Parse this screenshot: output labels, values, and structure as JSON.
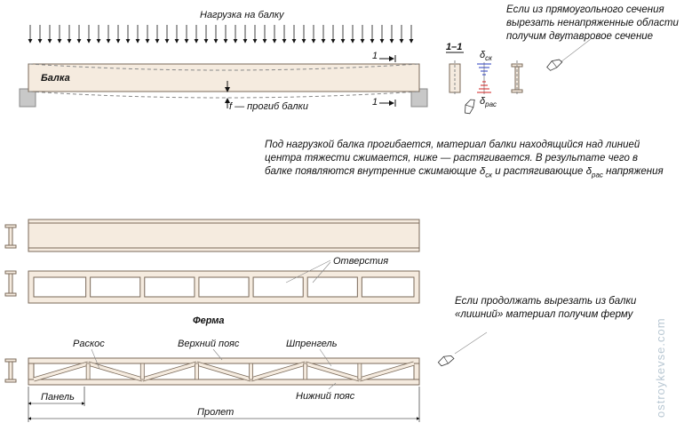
{
  "labels": {
    "load": "Нагрузка на балку",
    "beam": "Балка",
    "deflection": "f — прогиб балки",
    "section_mark_top": "1",
    "section_mark_bottom": "1",
    "section_title": "1–1",
    "sigma_compression": "δск",
    "sigma_tension": "δрас",
    "holes": "Отверстия",
    "truss": "Ферма",
    "diagonal": "Раскос",
    "top_chord": "Верхний пояс",
    "strut": "Шпренгель",
    "panel": "Панель",
    "bottom_chord": "Нижний пояс",
    "span": "Пролет"
  },
  "notes": {
    "ibeam_1": "Если из прямоугольного сечения",
    "ibeam_2": "вырезать ненапряженные области",
    "ibeam_3": "получим двутавровое сечение",
    "bend_1": "Под нагрузкой балка прогибается, материал балки находящийся над линией",
    "bend_2": "центра тяжести сжимается, ниже — растягивается. В результате чего в",
    "bend_3_a": "балке появляются внутренние сжимающие δ",
    "bend_3_sub1": "ск",
    "bend_3_b": " и растягивающие δ",
    "bend_3_sub2": "рас",
    "bend_3_c": " напряжения",
    "truss_1": "Если продолжать вырезать из балки",
    "truss_2": "«лишний» материал получим ферму"
  },
  "watermark": "ostroykevse.com",
  "colors": {
    "wood_fill": "#f5ebdf",
    "wood_stroke": "#7a6a5a",
    "support": "#c8c8c8",
    "compression": "#2b3fbf",
    "tension": "#d02020"
  }
}
